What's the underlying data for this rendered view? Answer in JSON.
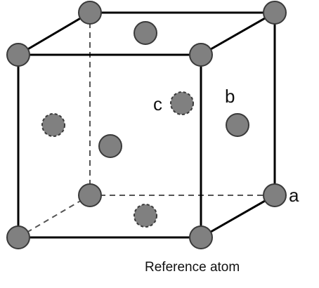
{
  "labels": {
    "a": "a",
    "b": "b",
    "c": "c",
    "reference": "Reference atom"
  },
  "colors": {
    "atom_fill": "#808080",
    "atom_stroke": "#3a3a3a",
    "edge": "#000000",
    "hidden_edge": "#555555"
  }
}
